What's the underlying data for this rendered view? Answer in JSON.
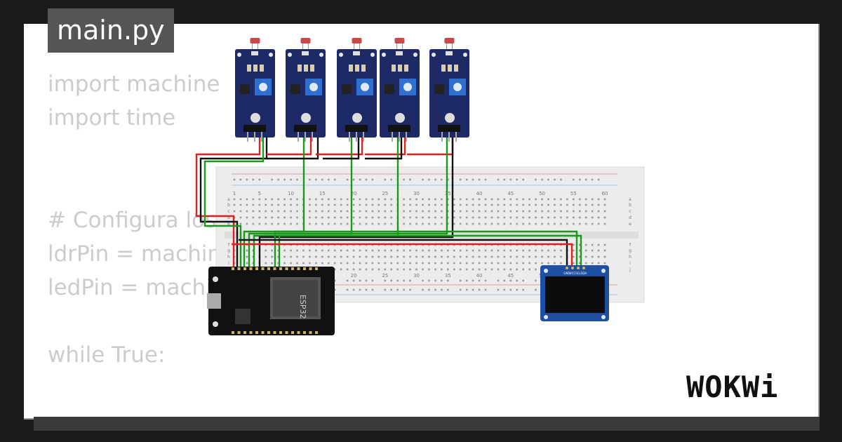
{
  "file_tab": {
    "label": "main.py"
  },
  "code": {
    "lines": [
      "import machine",
      "import time",
      "",
      "",
      "# Configura los pines",
      "ldrPin = machine.ADC(",
      "ledPin = machine.Pin(",
      "",
      "while True:"
    ]
  },
  "circuit": {
    "breadboard": {
      "column_numbers": [
        "1",
        "5",
        "10",
        "15",
        "20",
        "25",
        "30",
        "35",
        "40",
        "45",
        "50",
        "55",
        "60"
      ],
      "row_letters_top": [
        "a",
        "b",
        "c",
        "d",
        "e"
      ],
      "row_letters_bottom": [
        "f",
        "g",
        "h",
        "i",
        "j"
      ]
    },
    "ldr_modules": [
      {
        "name": "ldr-module-1"
      },
      {
        "name": "ldr-module-2"
      },
      {
        "name": "ldr-module-3"
      },
      {
        "name": "ldr-module-4"
      },
      {
        "name": "ldr-module-5"
      }
    ],
    "esp32": {
      "label": "ESP32"
    },
    "oled": {
      "pin_labels": [
        "GND",
        "VCC",
        "SCL",
        "SDA"
      ]
    }
  },
  "branding": {
    "logo_text": "WOKWi"
  },
  "colors": {
    "wire_red": "#e02020",
    "wire_green": "#1a9a1a",
    "wire_black": "#111111",
    "module_blue": "#1d2a66",
    "oled_blue": "#1e4fa3"
  }
}
